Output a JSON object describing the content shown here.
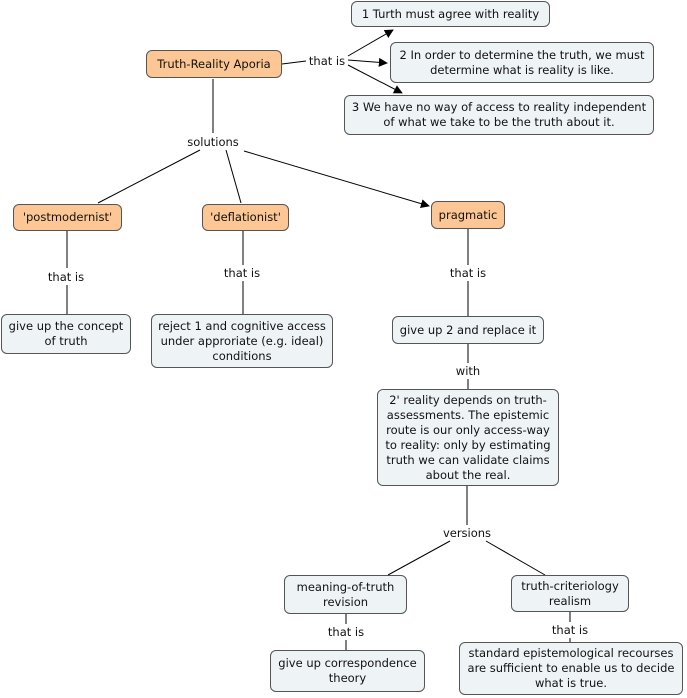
{
  "concepts": {
    "aporia": "Truth-Reality Aporia",
    "c1": "1 Turth must agree with reality",
    "c2": "2 In order to determine the truth, we must determine what is reality is like.",
    "c3": "3 We have no way of access to reality independent of what we take to be the truth about it.",
    "postmodernist": "'postmodernist'",
    "deflationist": "'deflationist'",
    "pragmatic": "pragmatic",
    "give_up_concept": "give up the concept of truth",
    "reject_1": "reject 1 and cognitive access under approriate (e.g. ideal) conditions",
    "give_up_2": "give up 2 and replace it",
    "reality_depends": "2' reality depends on truth-assessments. The epistemic route is our only access-way to reality: only by estimating truth we can validate claims about the real.",
    "meaning_revision": "meaning-of-truth revision",
    "criteriology": "truth-criteriology realism",
    "give_up_correspondence": "give up correspondence theory",
    "standard_recourses": "standard epistemological recourses are sufficient to enable us to decide what is true."
  },
  "links": {
    "that_is_top": "that is",
    "solutions": "solutions",
    "that_is_post": "that is",
    "that_is_defl": "that is",
    "that_is_prag": "that is",
    "with": "with",
    "versions": "versions",
    "that_is_meaning": "that is",
    "that_is_crit": "that is"
  },
  "colors": {
    "main_concept_fill": "#fcc794",
    "concept_fill": "#eef3f6",
    "border": "#555555",
    "line": "#000000"
  }
}
